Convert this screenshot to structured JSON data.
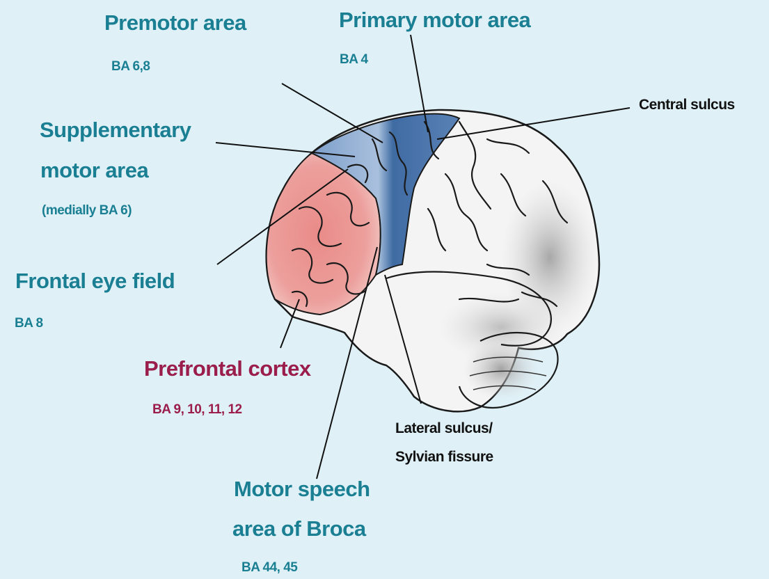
{
  "colors": {
    "background": "#dff1f7",
    "teal_label": "#1a7f93",
    "crimson_label": "#9b1d4b",
    "motor_region": "#4a76ad",
    "prefrontal_region": "#e48886",
    "brain_fill": "#f4f4f4",
    "outline": "#1a1a1a"
  },
  "labels": {
    "premotor": {
      "title": "Premotor area",
      "ba": "BA 6,8"
    },
    "primary_motor": {
      "title": "Primary motor area",
      "ba": "BA 4"
    },
    "central_sulcus": "Central sulcus",
    "supplementary": {
      "line1": "Supplementary",
      "line2": "motor area",
      "ba": "(medially BA 6)"
    },
    "frontal_eye": {
      "title": "Frontal eye field",
      "ba": "BA 8"
    },
    "prefrontal": {
      "title": "Prefrontal cortex",
      "ba": "BA 9, 10, 11, 12"
    },
    "lateral_sulcus": {
      "line1": "Lateral sulcus/",
      "line2": "Sylvian fissure"
    },
    "broca": {
      "line1": "Motor speech",
      "line2": "area of Broca",
      "ba": "BA 44, 45"
    }
  }
}
